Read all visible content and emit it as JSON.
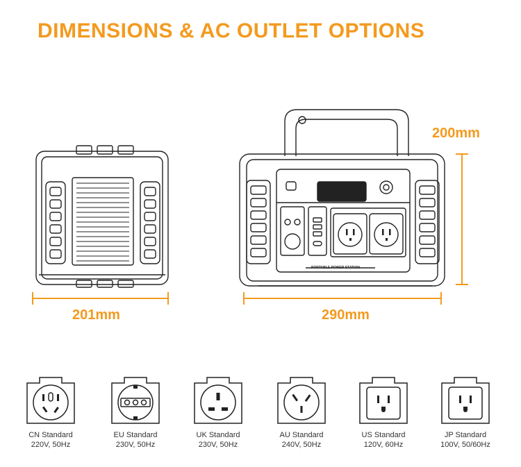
{
  "title": "DIMENSIONS & AC OUTLET OPTIONS",
  "accent_color": "#f39a1e",
  "dimensions": {
    "side_width": "201mm",
    "front_width": "290mm",
    "height": "200mm"
  },
  "device_panel": {
    "brand_text": "PORTABLE POWER STATION"
  },
  "outlets": [
    {
      "name": "CN Standard",
      "spec": "220V, 50Hz",
      "icon": "cn-socket-icon"
    },
    {
      "name": "EU Standard",
      "spec": "230V, 50Hz",
      "icon": "eu-socket-icon"
    },
    {
      "name": "UK Standard",
      "spec": "230V, 50Hz",
      "icon": "uk-socket-icon"
    },
    {
      "name": "AU Standard",
      "spec": "240V, 50Hz",
      "icon": "au-socket-icon"
    },
    {
      "name": "US Standard",
      "spec": "120V, 60Hz",
      "icon": "us-socket-icon"
    },
    {
      "name": "JP Standard",
      "spec": "100V, 50/60Hz",
      "icon": "jp-socket-icon"
    }
  ]
}
